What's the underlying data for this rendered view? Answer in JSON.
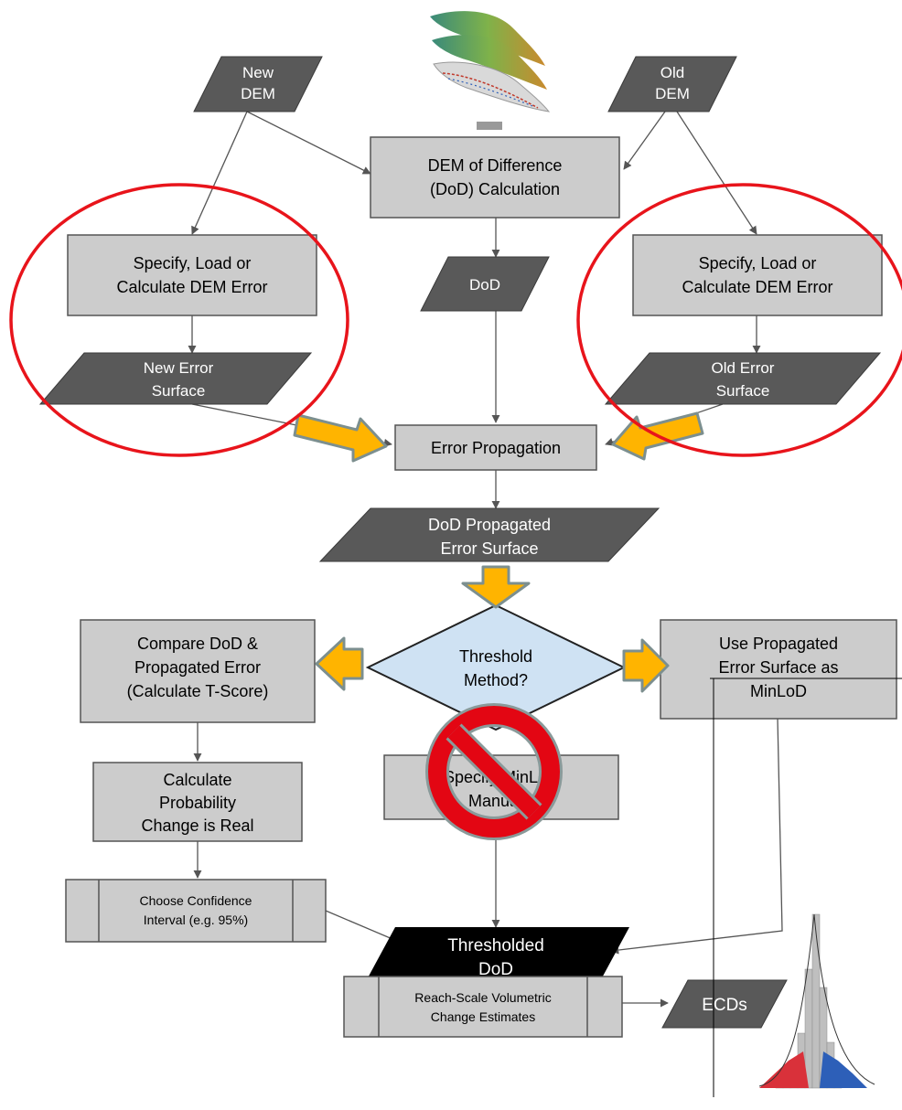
{
  "diagram": {
    "nodes": {
      "new_dem": {
        "line1": "New",
        "line2": "DEM"
      },
      "old_dem": {
        "line1": "Old",
        "line2": "DEM"
      },
      "dod_calc": {
        "line1": "DEM of Difference",
        "line2": "(DoD) Calculation"
      },
      "err_left": {
        "line1": "Specify, Load or",
        "line2": "Calculate DEM Error"
      },
      "dod": {
        "line1": "DoD"
      },
      "err_right": {
        "line1": "Specify, Load or",
        "line2": "Calculate DEM Error"
      },
      "new_err_surface": {
        "line1": "New Error",
        "line2": "Surface"
      },
      "old_err_surface": {
        "line1": "Old Error",
        "line2": "Surface"
      },
      "error_propagation": {
        "line1": "Error Propagation"
      },
      "dod_prop_surface": {
        "line1": "DoD Propagated",
        "line2": "Error Surface"
      },
      "threshold": {
        "line1": "Threshold",
        "line2": "Method?"
      },
      "compare": {
        "line1": "Compare DoD &",
        "line2": "Propagated Error",
        "line3": "(Calculate T-Score)"
      },
      "use_prop": {
        "line1": "Use Propagated",
        "line2": "Error Surface as",
        "line3": "MinLoD"
      },
      "calc_prob": {
        "line1": "Calculate",
        "line2": "Probability",
        "line3": "Change is Real"
      },
      "specify_minlod": {
        "line1": "Specify MinLoD",
        "line2": "Manually"
      },
      "confidence": {
        "line1": "Choose Confidence",
        "line2": "Interval (e.g. 95%)"
      },
      "thresholded": {
        "line1": "Thresholded",
        "line2": "DoD"
      },
      "reach_scale": {
        "line1": "Reach-Scale Volumetric",
        "line2": "Change Estimates"
      },
      "ecds": {
        "line1": "ECDs"
      }
    },
    "colors": {
      "process_fill": "#cccccc",
      "data_fill": "#595959",
      "decision_fill": "#cfe2f3",
      "terminal_fill": "#000000",
      "highlight_circle": "#e8141b",
      "highlight_arrow": "#ffb400",
      "prohibit": "#e30613"
    },
    "icons": [
      "dem-stack-thumbnail",
      "minus-sign-icon",
      "no-entry-icon",
      "ecd-histogram-thumbnail"
    ]
  }
}
